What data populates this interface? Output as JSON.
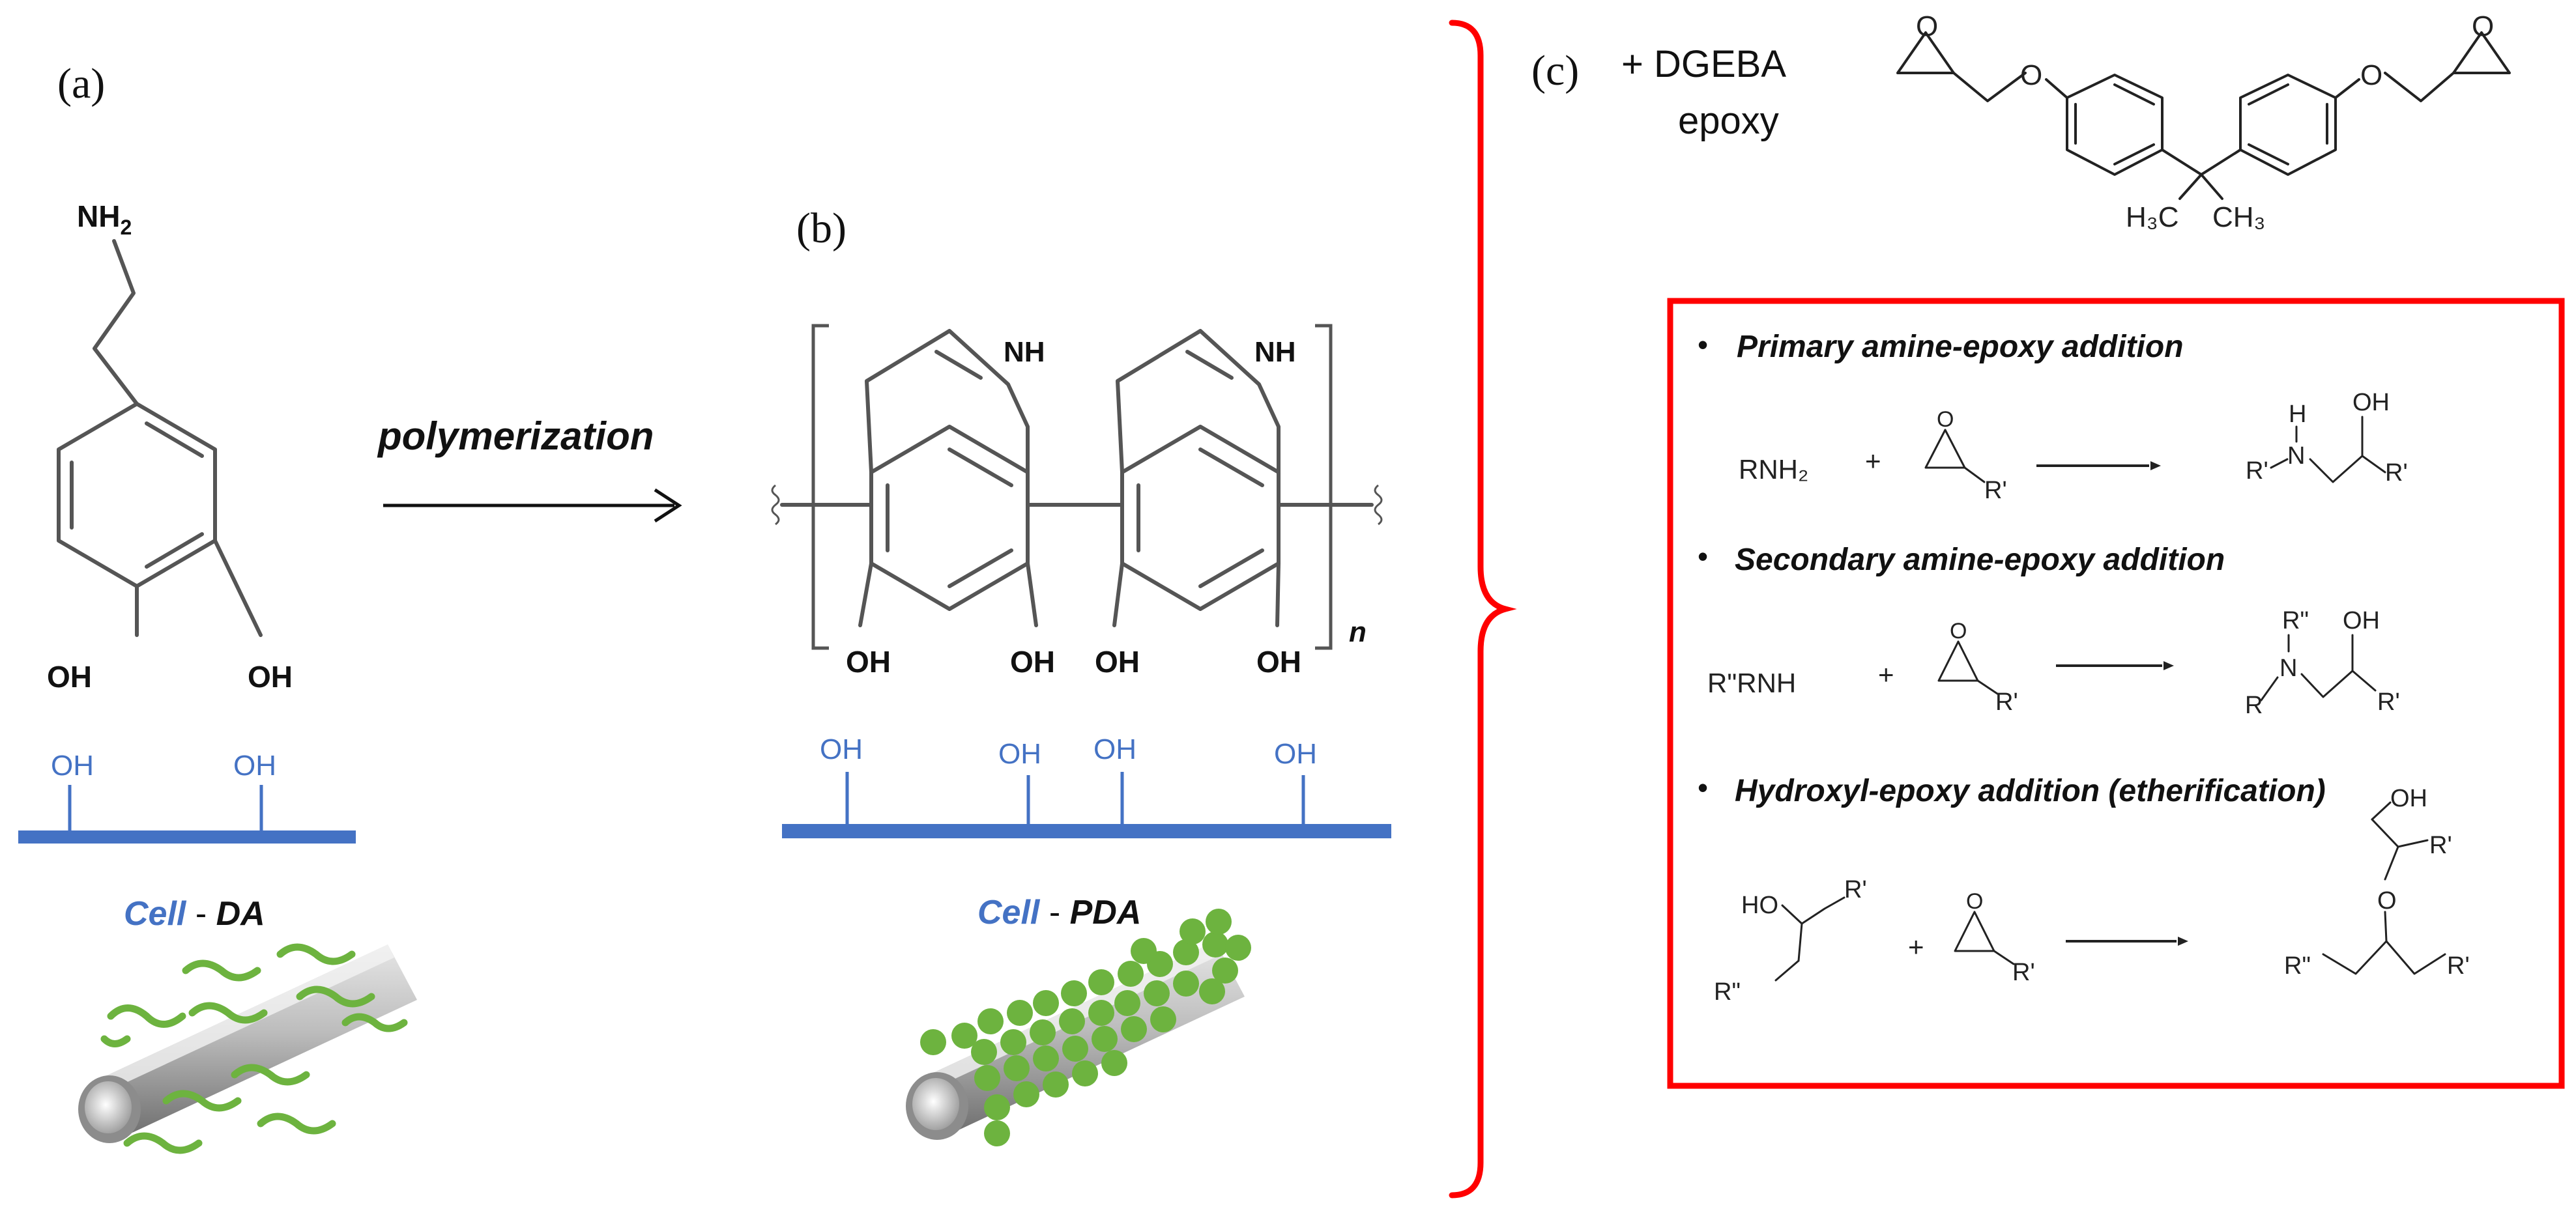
{
  "panel_a": {
    "label": "(a)",
    "molecule": {
      "nh2_main": "NH",
      "nh2_sub": "2",
      "oh_left": "OH",
      "oh_right": "OH"
    },
    "surface": {
      "oh_left": "OH",
      "oh_right": "OH"
    },
    "caption": {
      "cell": "Cell",
      "dash": " - ",
      "name": "DA"
    }
  },
  "arrow": {
    "label": "polymerization"
  },
  "panel_b": {
    "label": "(b)",
    "molecule": {
      "nh_left": "NH",
      "nh_right": "NH",
      "oh_1": "OH",
      "oh_2": "OH",
      "oh_3": "OH",
      "oh_4": "OH",
      "subscript_n": "n"
    },
    "surface": {
      "oh_1": "OH",
      "oh_2": "OH",
      "oh_3": "OH",
      "oh_4": "OH"
    },
    "caption": {
      "cell": "Cell",
      "dash": " - ",
      "name": "PDA"
    }
  },
  "panel_c": {
    "label": "(c)",
    "reagent_line1": "+  DGEBA",
    "reagent_line2": "epoxy",
    "dgeba": {
      "o_left": "O",
      "o_right": "O",
      "h3c": "H₃C",
      "ch3": "CH₃"
    },
    "reactions": [
      {
        "title": "Primary amine-epoxy addition",
        "reactant": "RNH₂",
        "plus": "+",
        "epoxide_r": "R'",
        "product": {
          "h": "H",
          "n": "N",
          "r_left": "R'",
          "oh": "OH",
          "r_right": "R'"
        }
      },
      {
        "title": "Secondary amine-epoxy addition",
        "reactant": "R\"RNH",
        "plus": "+",
        "epoxide_r": "R'",
        "product": {
          "r_top": "R\"",
          "n": "N",
          "r_left": "R",
          "oh": "OH",
          "r_right": "R'"
        }
      },
      {
        "title": "Hydroxyl-epoxy addition (etherification)",
        "reactant": {
          "ho": "HO",
          "r_top": "R'",
          "r_bottom": "R\""
        },
        "plus": "+",
        "epoxide_r": "R'",
        "product": {
          "oh": "OH",
          "r_top": "R'",
          "o": "O",
          "r_left": "R\"",
          "r_right": "R'"
        }
      }
    ],
    "bullet": "•"
  },
  "colors": {
    "accent_red": "#FF0000",
    "surface_blue": "#4472C4",
    "fiber_green": "#6DB33F",
    "fiber_grey": "#B8B8B8"
  }
}
